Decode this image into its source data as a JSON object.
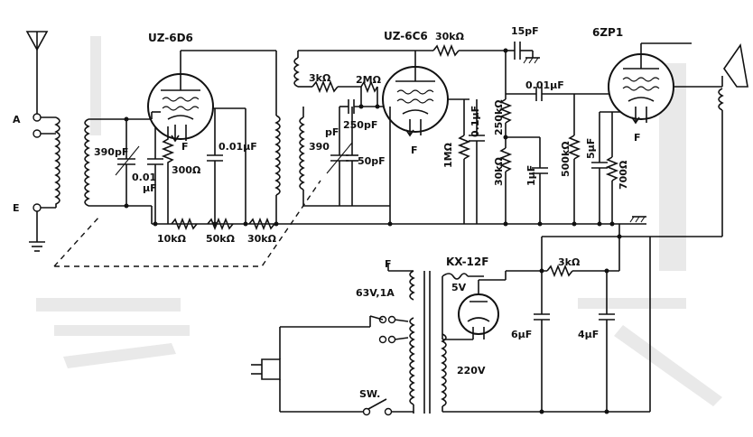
{
  "tubes": {
    "rf_amp": "UZ-6D6",
    "detector": "UZ-6C6",
    "output": "6ZP1",
    "rectifier": "KX-12F"
  },
  "labels": {
    "antenna_tap_a": "A",
    "antenna_tap_b": "E",
    "cap_390_1": "390pF",
    "cap_001_1": "0.01",
    "cap_001_1_unit": "μF",
    "res_300": "300Ω",
    "cap_001_2": "0.01μF",
    "res_3k_1": "3kΩ",
    "res_2m": "2MΩ",
    "cap_250": "250pF",
    "cap_390_2a": "390",
    "cap_390_2b": "pF",
    "cap_50": "50pF",
    "res_1m": "1MΩ",
    "cap_01": "0.1μF",
    "res_30k_1": "30kΩ",
    "cap_15": "15pF",
    "res_250k": "250kΩ",
    "res_30k_2": "30kΩ",
    "cap_1": "1μF",
    "cap_001_3": "0.01μF",
    "res_500k": "500kΩ",
    "cap_5": "5μF",
    "res_700": "700Ω",
    "res_10k": "10kΩ",
    "res_50k": "50kΩ",
    "res_30k_3": "30kΩ",
    "fil_f1": "F",
    "fil_f2": "F",
    "fil_f3": "F",
    "fil_f4": "F",
    "winding_63v": "63V,1A",
    "winding_5v": "5V",
    "winding_220v": "220V",
    "res_3k_2": "3kΩ",
    "cap_6": "6μF",
    "cap_4": "4μF",
    "switch": "SW."
  }
}
